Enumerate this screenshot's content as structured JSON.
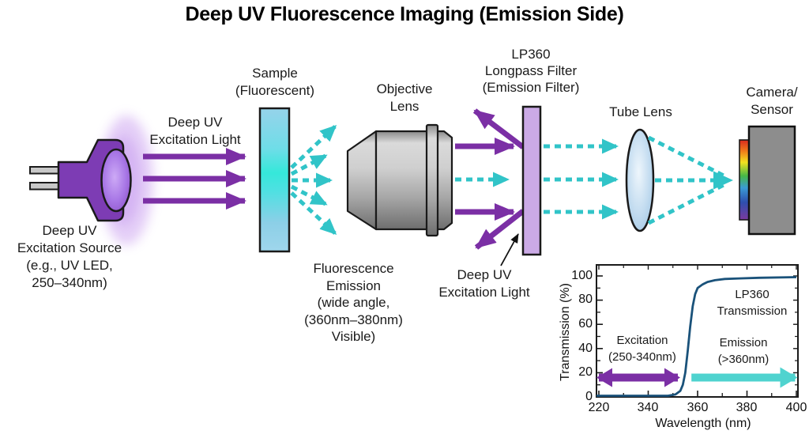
{
  "title": "Deep UV Fluorescence Imaging (Emission Side)",
  "labels": {
    "source": [
      "Deep UV",
      "Excitation Source",
      "(e.g., UV LED,",
      "250–340nm)"
    ],
    "excitation_light_top": [
      "Deep UV",
      "Excitation Light"
    ],
    "sample": [
      "Sample",
      "(Fluorescent)"
    ],
    "objective": [
      "Objective",
      "Lens"
    ],
    "lp360_filter": [
      "LP360",
      "Longpass Filter",
      "(Emission Filter)"
    ],
    "fluorescence": [
      "Fluorescence",
      "Emission",
      "(wide angle,",
      "(360nm–380nm)",
      "Visible)"
    ],
    "excitation_light_bottom": [
      "Deep UV",
      "Excitation Light"
    ],
    "tube_lens": "Tube Lens",
    "camera": [
      "Camera/",
      "Sensor"
    ]
  },
  "colors": {
    "excitation_purple": "#7b2fa5",
    "led_body_purple": "#7d3cb4",
    "fluorescence_cyan": "#31c4c8",
    "chart_cyan": "#4fd3cf",
    "curve_blue": "#1a527a",
    "filter_lavender": "#cbaae6",
    "sample_blue": "#8fd0e8",
    "sample_glow_cyan": "#35e8da",
    "camera_gray": "#8d8d8d"
  },
  "chart_data": {
    "type": "line",
    "xlabel": "Wavelength (nm)",
    "ylabel": "Transmission (%)",
    "x_ticks": [
      220,
      340,
      360,
      380,
      400
    ],
    "y_ticks": [
      0,
      20,
      40,
      60,
      80,
      100
    ],
    "grid": false,
    "frame": true,
    "curve_label": [
      "LP360",
      "Transmission"
    ],
    "series": [
      {
        "name": "LP360 Transmission",
        "points": [
          [
            220,
            1
          ],
          [
            300,
            1
          ],
          [
            340,
            1
          ],
          [
            348,
            1
          ],
          [
            351,
            2
          ],
          [
            353,
            5
          ],
          [
            354,
            10
          ],
          [
            355,
            20
          ],
          [
            356,
            38
          ],
          [
            357,
            58
          ],
          [
            358,
            75
          ],
          [
            359,
            85
          ],
          [
            360,
            90
          ],
          [
            362,
            93
          ],
          [
            364,
            95
          ],
          [
            367,
            96.5
          ],
          [
            371,
            97.5
          ],
          [
            377,
            98
          ],
          [
            385,
            98.5
          ],
          [
            400,
            99
          ]
        ]
      }
    ],
    "annotations": [
      {
        "label": [
          "Excitation",
          "(250-340nm)"
        ],
        "arrow": "double",
        "color": "purple",
        "x_range": [
          220,
          352
        ],
        "y_value": 16
      },
      {
        "label": [
          "Emission",
          "(>360nm)"
        ],
        "arrow": "right",
        "color": "cyan",
        "x_range": [
          357.5,
          399.5
        ],
        "y_value": 16
      }
    ]
  }
}
